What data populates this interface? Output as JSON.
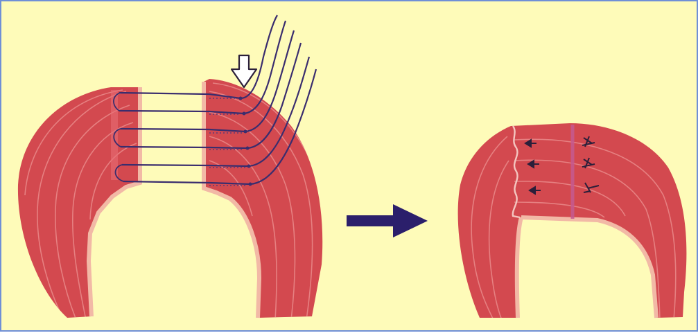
{
  "diagram": {
    "kind": "surgical-illustration",
    "panels": [
      {
        "id": "before",
        "description_shown": ""
      },
      {
        "id": "after",
        "description_shown": ""
      }
    ],
    "colors": {
      "background": "#fefbb9",
      "border": "#6f8fd6",
      "tissue": "#d3494f",
      "tissue_dark": "#c43a42",
      "tissue_lines": "#e98a8a",
      "edge_pale": "#f2b9a6",
      "suture": "#3a2d6e",
      "arrow": "#2b1f6b"
    },
    "icons": [
      "open-arrow-icon",
      "transition-arrow-icon",
      "suture-needle-icon"
    ]
  }
}
